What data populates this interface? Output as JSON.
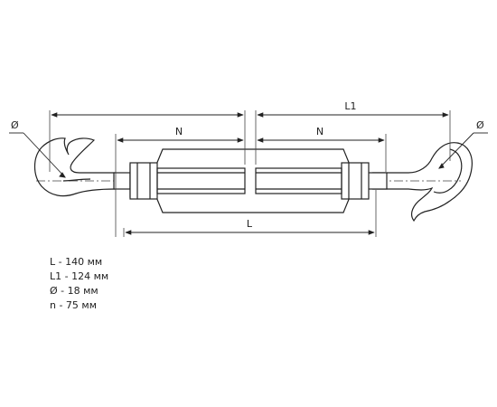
{
  "dimension_labels": {
    "phi": "Ø",
    "L1": "L1",
    "N_left": "N",
    "N_right": "N",
    "L": "L"
  },
  "legend": {
    "line_L": "L - 140 мм",
    "line_L1": "L1 - 124 мм",
    "line_phi": "Ø - 18 мм",
    "line_n": "n - 75 мм"
  }
}
